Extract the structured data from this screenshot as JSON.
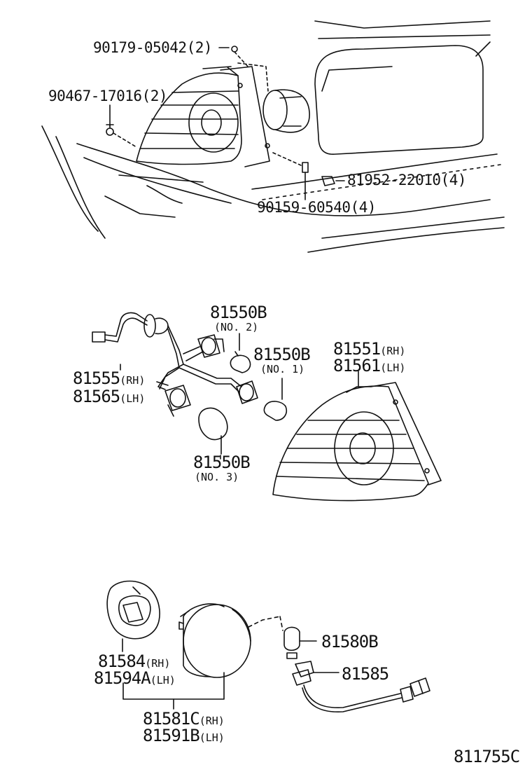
{
  "labels": {
    "p90179": "90179-05042(2)",
    "p90467": "90467-17016(2)",
    "p81952": "81952-22010(4)",
    "p90159": "90159-60540(4)",
    "p81550b_no2": "81550B",
    "no2": "(NO. 2)",
    "p81550b_no1": "81550B",
    "no1": "(NO. 1)",
    "p81551": "81551",
    "p81551_q": "(RH)",
    "p81561": "81561",
    "p81561_q": "(LH)",
    "p81555": "81555",
    "p81555_q": "(RH)",
    "p81565": "81565",
    "p81565_q": "(LH)",
    "p81550b_no3": "81550B",
    "no3": "(NO. 3)",
    "p81584": "81584",
    "p81584_q": "(RH)",
    "p81594a": "81594A",
    "p81594a_q": "(LH)",
    "p81580b": "81580B",
    "p81585": "81585",
    "p81581c": "81581C",
    "p81581c_q": "(RH)",
    "p81591b": "81591B",
    "p81591b_q": "(LH)",
    "diagram_code": "811755C"
  }
}
